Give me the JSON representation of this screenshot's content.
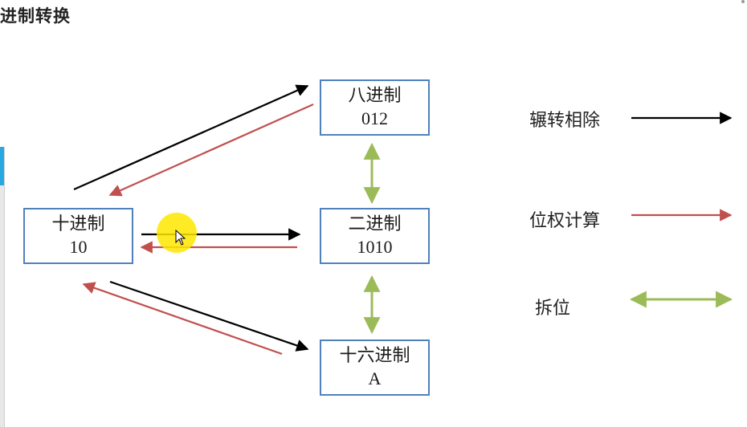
{
  "title": "进制转换",
  "nodes": {
    "octal": {
      "name": "八进制",
      "value": "012"
    },
    "decimal": {
      "name": "十进制",
      "value": "10"
    },
    "binary": {
      "name": "二进制",
      "value": "1010"
    },
    "hex": {
      "name": "十六进制",
      "value": "A"
    }
  },
  "legend": [
    {
      "label": "辗转相除",
      "color": "#000000",
      "icon": "right-arrow-icon"
    },
    {
      "label": "位权计算",
      "color": "#c0504d",
      "icon": "right-arrow-icon"
    },
    {
      "label": "拆位",
      "color": "#9bbb59",
      "icon": "double-arrow-icon"
    }
  ],
  "colors": {
    "box_border": "#4f81bd",
    "division": "#000000",
    "weight": "#c0504d",
    "split": "#9bbb59",
    "cursor": "#ffe600"
  }
}
